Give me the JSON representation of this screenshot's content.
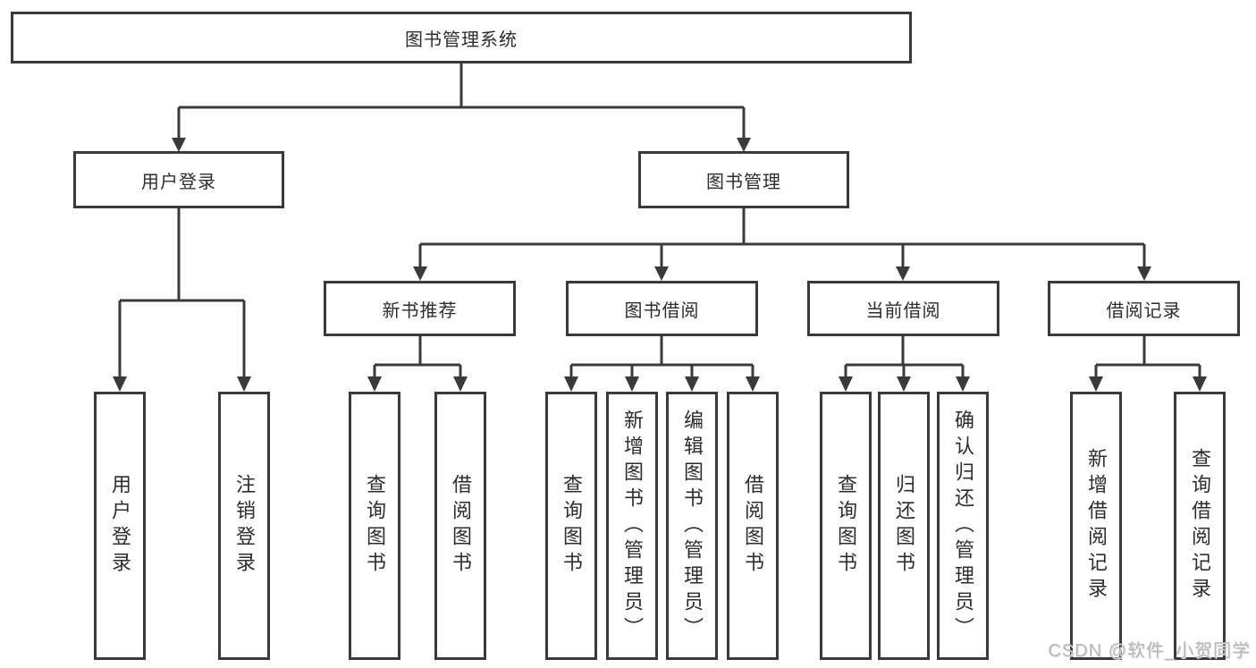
{
  "diagram": {
    "title": "图书管理系统",
    "branches": [
      {
        "label": "用户登录",
        "children": [
          {
            "label": "用户登录"
          },
          {
            "label": "注销登录"
          }
        ]
      },
      {
        "label": "图书管理",
        "children": [
          {
            "label": "新书推荐",
            "children": [
              {
                "label": "查询图书"
              },
              {
                "label": "借阅图书"
              }
            ]
          },
          {
            "label": "图书借阅",
            "children": [
              {
                "label": "查询图书"
              },
              {
                "label": "新增图书（管理员）"
              },
              {
                "label": "编辑图书（管理员）"
              },
              {
                "label": "借阅图书"
              }
            ]
          },
          {
            "label": "当前借阅",
            "children": [
              {
                "label": "查询图书"
              },
              {
                "label": "归还图书"
              },
              {
                "label": "确认归还（管理员）"
              }
            ]
          },
          {
            "label": "借阅记录",
            "children": [
              {
                "label": "新增借阅记录"
              },
              {
                "label": "查询借阅记录"
              }
            ]
          }
        ]
      }
    ]
  },
  "watermark": "CSDN @软件_小贺同学",
  "colors": {
    "line": "#3a3a3a",
    "text": "#2d2d2d",
    "background": "#ffffff",
    "watermark": "#b9b9b9"
  }
}
